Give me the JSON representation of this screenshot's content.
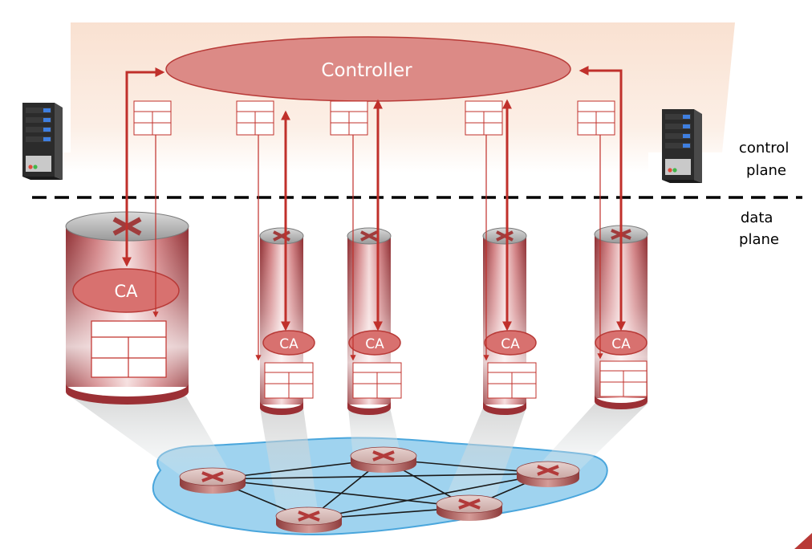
{
  "controller": {
    "label": "Controller"
  },
  "agent": {
    "label": "CA"
  },
  "plane_labels": {
    "control": [
      "control",
      "plane"
    ],
    "data": [
      "data",
      "plane"
    ]
  },
  "colors": {
    "controller_fill": "#dc8a86",
    "controller_stroke": "#b83a37",
    "arrow": "#c0302b",
    "control_band": "#fbe9dc",
    "cloud": "#9fd3ef",
    "cloud_stroke": "#4aa6dc",
    "dashed_line": "#000000"
  },
  "icons": {
    "server": "server-icon",
    "router": "router-icon",
    "flow_table": "flow-table-icon"
  }
}
